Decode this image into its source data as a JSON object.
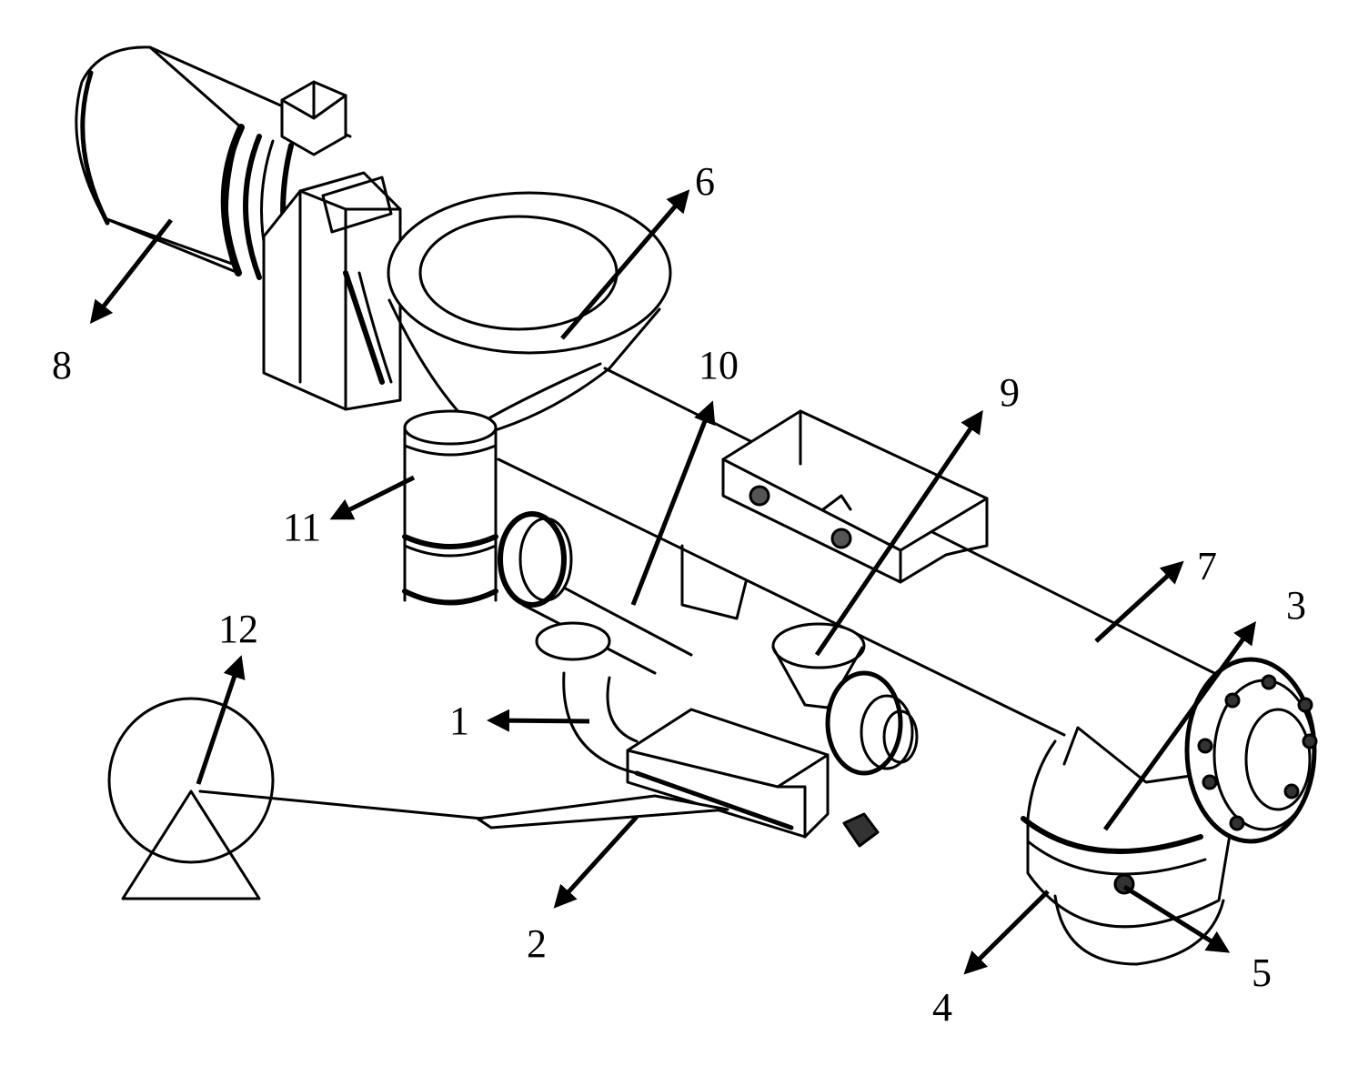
{
  "figure": {
    "background": "#ffffff",
    "line_color": "#000000",
    "callouts": [
      {
        "id": "c1",
        "label": "1"
      },
      {
        "id": "c2",
        "label": "2"
      },
      {
        "id": "c3",
        "label": "3"
      },
      {
        "id": "c4",
        "label": "4"
      },
      {
        "id": "c5",
        "label": "5"
      },
      {
        "id": "c6",
        "label": "6"
      },
      {
        "id": "c7",
        "label": "7"
      },
      {
        "id": "c8",
        "label": "8"
      },
      {
        "id": "c9",
        "label": "9"
      },
      {
        "id": "c10",
        "label": "10"
      },
      {
        "id": "c11",
        "label": "11"
      },
      {
        "id": "c12",
        "label": "12"
      }
    ]
  }
}
